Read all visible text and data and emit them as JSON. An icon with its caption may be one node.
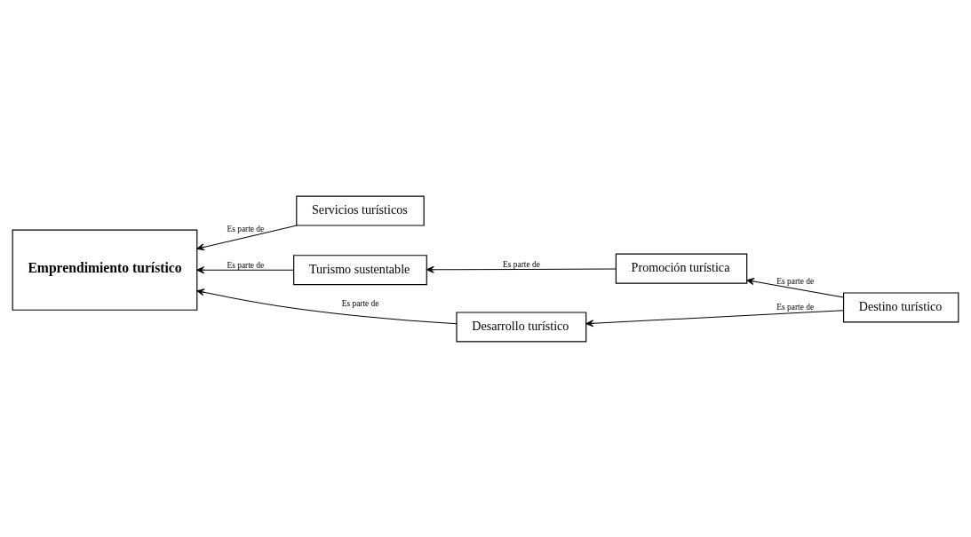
{
  "diagram": {
    "nodes": [
      {
        "text": [
          "Emprendimiento turístico"
        ]
      },
      {
        "text": [
          "Servicios turísticos"
        ]
      },
      {
        "text": [
          "Turismo sustentable"
        ]
      },
      {
        "text": [
          "Promoción turística"
        ]
      },
      {
        "text": [
          "Desarrollo turístico"
        ]
      },
      {
        "text": [
          "Destino turístico"
        ]
      }
    ],
    "edges": [
      {
        "from": 1,
        "to": 0,
        "arrow": "to",
        "label": "Es parte de"
      },
      {
        "from": 2,
        "to": 0,
        "arrow": "to",
        "label": "Es parte de"
      },
      {
        "from": 3,
        "to": 2,
        "arrow": "to",
        "label": "Es parte de"
      },
      {
        "from": 5,
        "to": 3,
        "arrow": "to",
        "label": "Es parte de"
      },
      {
        "from": 5,
        "to": 4,
        "arrow": "to",
        "label": "Es parte de"
      },
      {
        "from": 4,
        "to": 0,
        "arrow": "to",
        "label": "Es parte de"
      }
    ]
  }
}
